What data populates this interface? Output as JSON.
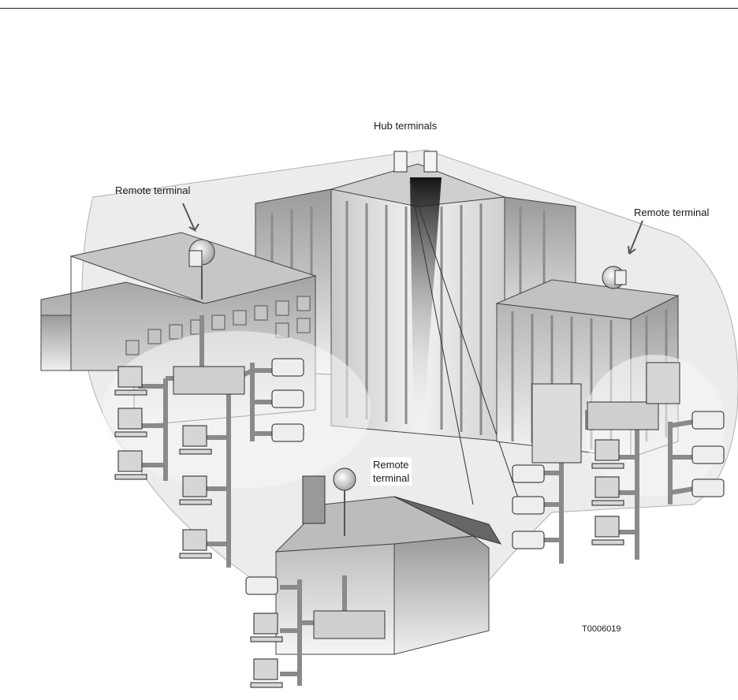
{
  "labels": {
    "hub": "Hub terminals",
    "remote_left": "Remote terminal",
    "remote_right": "Remote terminal",
    "remote_house_line1": "Remote",
    "remote_house_line2": "terminal",
    "figure_id": "T0006019"
  },
  "colors": {
    "coverage": "#ececec",
    "building_light": "#e6e6e6",
    "building_mid": "#bdbdbd",
    "building_dark": "#8a8a8a",
    "pole": "#888888",
    "outline": "#333333"
  }
}
